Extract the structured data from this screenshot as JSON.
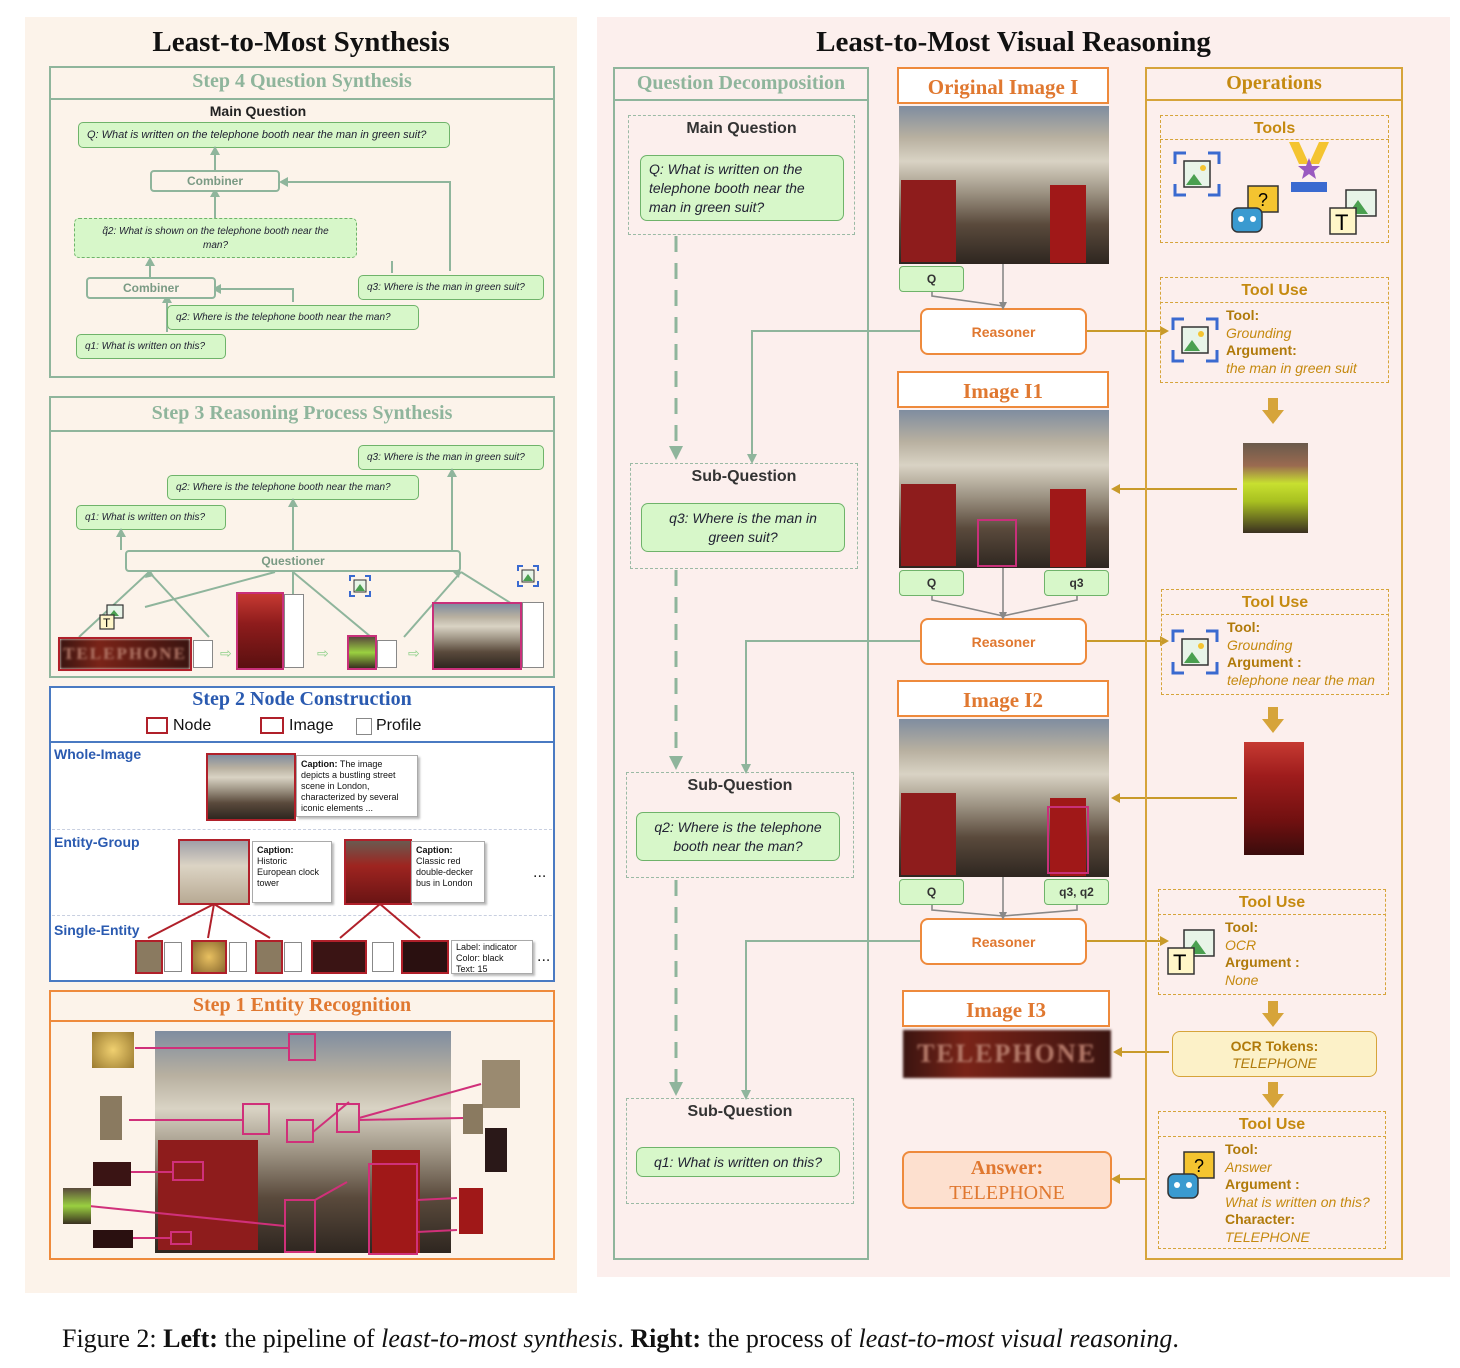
{
  "left": {
    "title": "Least-to-Most Synthesis",
    "step4": {
      "title": "Step 4 Question Synthesis",
      "main_label": "Main Question",
      "main_q": "Q: What is written on the telephone booth near the man in green suit?",
      "combiner": "Combiner",
      "q2tilde": "q̃2: What is shown on the telephone booth near the",
      "q2tilde_line2": "man?",
      "q3": "q3: Where is the man in green suit?",
      "q2": "q2: Where is the telephone booth near the man?",
      "q1": "q1: What is written on this?"
    },
    "step3": {
      "title": "Step 3 Reasoning Process Synthesis",
      "q3": "q3: Where is the man in green suit?",
      "q2": "q2: Where is the telephone booth near the man?",
      "q1": "q1: What is written on this?",
      "questioner": "Questioner",
      "ocr_text": "TELEPHONE"
    },
    "step2": {
      "title": "Step 2 Node Construction",
      "legend_node": "Node",
      "legend_image": "Image",
      "legend_profile": "Profile",
      "whole_image": "Whole-Image",
      "entity_group": "Entity-Group",
      "single_entity": "Single-Entity",
      "caption_whole_label": "Caption:",
      "caption_whole": "The image depicts a bustling street scene in London, characterized by several iconic elements ...",
      "caption_g1_label": "Caption:",
      "caption_g1": "Historic European clock tower",
      "caption_g2_label": "Caption:",
      "caption_g2": "Classic red double-decker bus in London",
      "entity_label": "Label: indicator",
      "entity_color": "Color: black",
      "entity_text": "Text: 15",
      "ellipsis": "..."
    },
    "step1": {
      "title": "Step 1 Entity Recognition"
    }
  },
  "right": {
    "title": "Least-to-Most Visual Reasoning",
    "qd_header": "Question Decomposition",
    "main_label": "Main Question",
    "main_q": "Q: What is written on the telephone booth near the man in green suit?",
    "sub_label": "Sub-Question",
    "sub1_q": "q3: Where is the man in green suit?",
    "sub2_q": "q2: Where is the telephone booth near the man?",
    "sub3_q": "q1: What is written on this?",
    "original_image": "Original Image I",
    "image1": "Image I1",
    "image2": "Image I2",
    "image3": "Image I3",
    "reasoner": "Reasoner",
    "tag_q": "Q",
    "tag_q3": "q3",
    "tag_q3q2": "q3, q2",
    "ocr_text": "TELEPHONE",
    "answer_label": "Answer:",
    "answer_value": "TELEPHONE",
    "ops_header": "Operations",
    "tools_label": "Tools",
    "tooluse_label": "Tool Use",
    "tu1": {
      "tool_label": "Tool:",
      "tool": "Grounding",
      "arg_label": "Argument:",
      "arg": "the man in green suit"
    },
    "tu2": {
      "tool_label": "Tool:",
      "tool": "Grounding",
      "arg_label": "Argument :",
      "arg": "telephone near the man"
    },
    "tu3": {
      "tool_label": "Tool:",
      "tool": "OCR",
      "arg_label": "Argument :",
      "arg": "None"
    },
    "ocr_tokens_label": "OCR Tokens:",
    "ocr_tokens": "TELEPHONE",
    "tu4": {
      "tool_label": "Tool:",
      "tool": "Answer",
      "arg_label": "Argument :",
      "arg": "What is written on this?",
      "char_label": "Character:",
      "char": "TELEPHONE"
    }
  },
  "figure_caption": {
    "prefix": "Figure 2: ",
    "left_bold": "Left:",
    "left_text": " the pipeline of ",
    "left_italic": "least-to-most synthesis",
    "mid": ". ",
    "right_bold": "Right:",
    "right_text": " the process of ",
    "right_italic": "least-to-most visual reasoning",
    "end": "."
  },
  "colors": {
    "green_border": "#8fb59c",
    "blue_border": "#4a7ac2",
    "orange_border": "#ee8a3c",
    "gold_border": "#d6a43a",
    "question_fill": "#d7f7c9"
  }
}
